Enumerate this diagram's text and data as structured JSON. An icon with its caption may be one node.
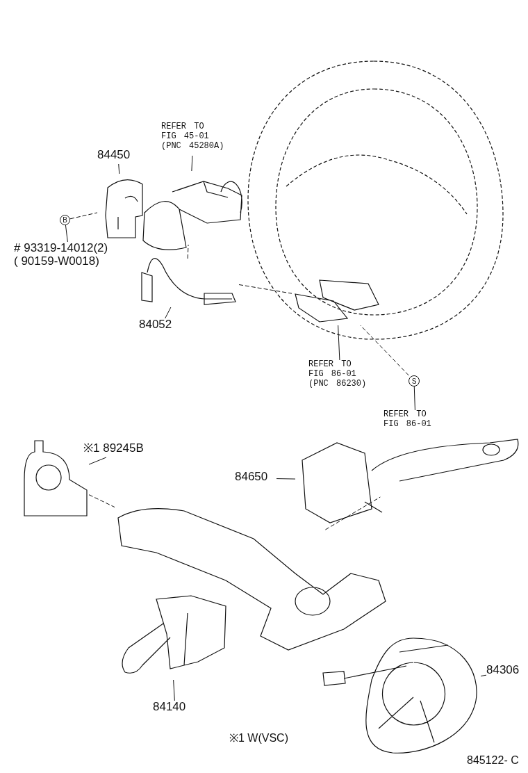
{
  "diagram": {
    "nodes": [
      {
        "text": [
          "84450"
        ]
      },
      {
        "text": [],
        "shape": "picture"
      },
      {
        "text": [
          "REFER TO FIG 45-01 (PNC 45280A)"
        ]
      },
      {
        "text": [],
        "shape": "picture"
      },
      {
        "text": [
          "B"
        ]
      },
      {
        "text": [
          "# 93319-14012(2)",
          "( 90159-W0018)"
        ]
      },
      {
        "text": [
          "84052"
        ]
      },
      {
        "text": [],
        "shape": "picture"
      },
      {
        "text": [],
        "shape": "picture"
      },
      {
        "text": [],
        "shape": "picture",
        "in": 8
      },
      {
        "text": [
          "REFER TO FIG 86-01 (PNC 86230)"
        ]
      },
      {
        "text": [
          "S"
        ]
      },
      {
        "text": [
          "REFER TO FIG 86-01"
        ]
      },
      {
        "text": [
          "※1 89245B"
        ]
      },
      {
        "text": [],
        "shape": "picture"
      },
      {
        "text": [
          "84650"
        ]
      },
      {
        "text": [],
        "shape": "picture"
      },
      {
        "text": [],
        "shape": "picture"
      },
      {
        "text": [
          "84140"
        ]
      },
      {
        "text": [],
        "shape": "picture"
      },
      {
        "text": [
          "84306"
        ]
      },
      {
        "text": [],
        "shape": "picture"
      }
    ],
    "edges": [
      {
        "from": 0,
        "to": 1,
        "arrow": "none"
      },
      {
        "from": 2,
        "to": 3,
        "arrow": "none"
      },
      {
        "from": 4,
        "to": 5,
        "arrow": "none"
      },
      {
        "from": 4,
        "to": 1,
        "arrow": "none",
        "style": "dashed"
      },
      {
        "from": 6,
        "to": 7,
        "arrow": "none"
      },
      {
        "from": 3,
        "to": 7,
        "arrow": "none",
        "style": "dashed"
      },
      {
        "from": 7,
        "to": 9,
        "arrow": "none",
        "style": "dashed"
      },
      {
        "from": 10,
        "to": 9,
        "arrow": "none"
      },
      {
        "from": 11,
        "to": 9,
        "arrow": "none",
        "style": "dashed"
      },
      {
        "from": 11,
        "to": 12,
        "arrow": "none"
      },
      {
        "from": 13,
        "to": 14,
        "arrow": "none"
      },
      {
        "from": 15,
        "to": 16,
        "arrow": "none"
      },
      {
        "from": 14,
        "to": 17,
        "arrow": "none",
        "style": "dashed"
      },
      {
        "from": 16,
        "to": 17,
        "arrow": "none",
        "style": "dashed"
      },
      {
        "from": 18,
        "to": 19,
        "arrow": "none"
      },
      {
        "from": 20,
        "to": 21,
        "arrow": "none"
      }
    ],
    "labels": [
      "※1 W(VSC)",
      "845122- C"
    ]
  }
}
